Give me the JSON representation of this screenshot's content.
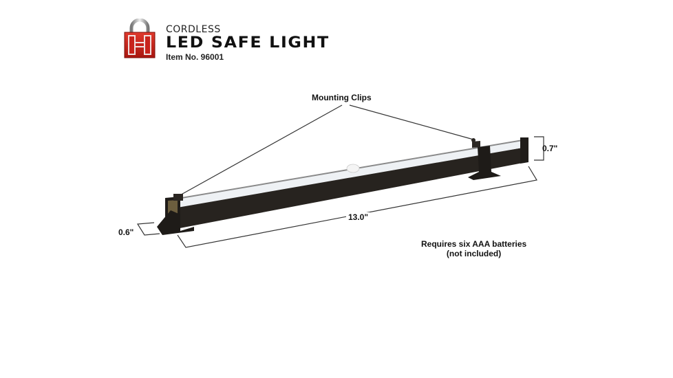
{
  "header": {
    "brand_logo": "hornady-lock-icon",
    "subtitle": "CORDLESS",
    "title": "LED SAFE LIGHT",
    "item_number": "Item No. 96001"
  },
  "callouts": {
    "mounting_clips": "Mounting Clips",
    "height_dimension": "0.7\"",
    "depth_dimension": "0.6\"",
    "length_dimension": "13.0\"",
    "battery_note_line1": "Requires six AAA batteries",
    "battery_note_line2": "(not included)"
  },
  "colors": {
    "logo_red": "#c8231c",
    "bar_body": "#2a2622",
    "diffuser": "#f2f4f6",
    "text": "#111111"
  }
}
